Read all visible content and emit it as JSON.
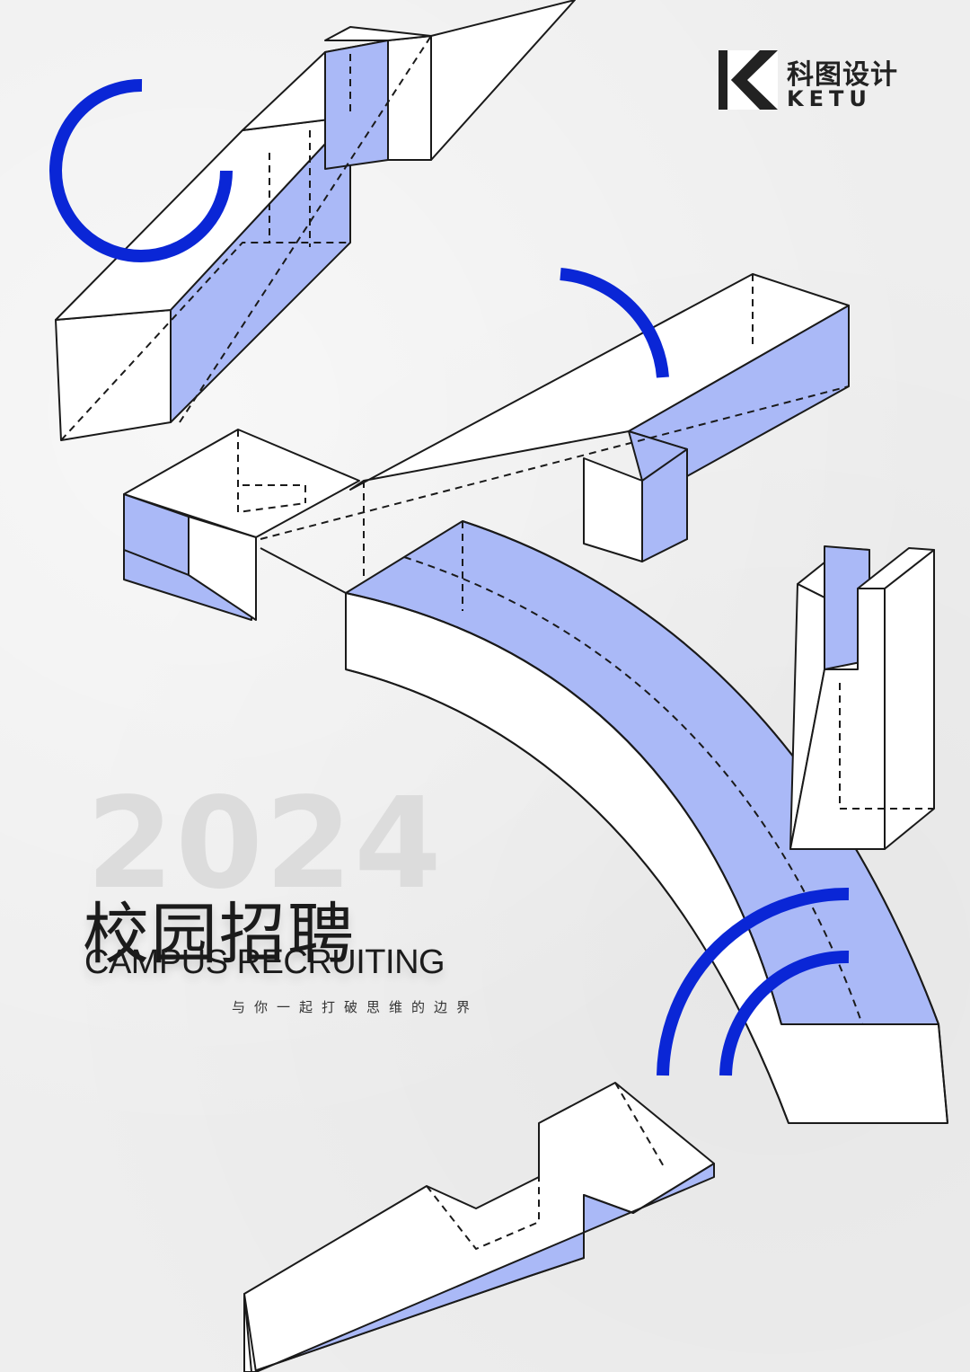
{
  "brand": {
    "name_cn": "科图设计",
    "name_en": "KETU"
  },
  "poster": {
    "year": "2024",
    "title_cn": "校园招聘",
    "title_en": "CAMPUS RECRUITING",
    "slogan": "与你一起打破思维的边界"
  },
  "colors": {
    "accent": "#0a26d6",
    "fill": "#aab9f7",
    "line": "#1a1a1a",
    "background": "#eeeeee"
  }
}
